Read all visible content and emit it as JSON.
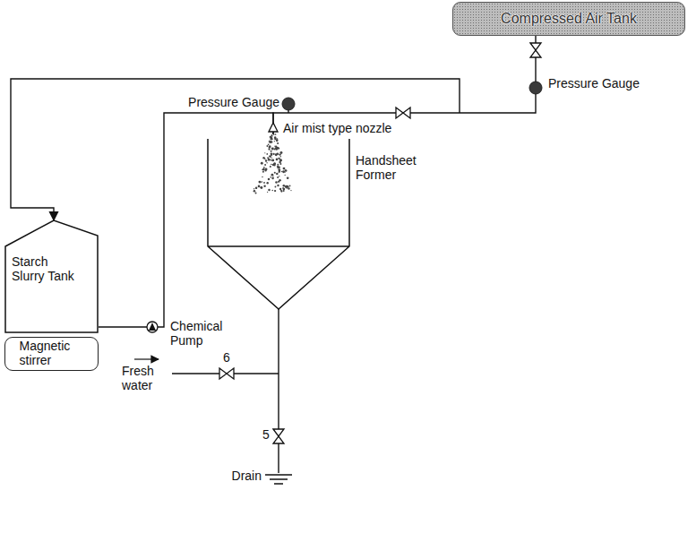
{
  "diagram": {
    "nodes": [
      {
        "text": [
          "Compressed Air Tank"
        ]
      },
      {
        "text": [
          "Handsheet Former"
        ]
      },
      {
        "text": [
          "Starch Slurry Tank"
        ]
      },
      {
        "text": [
          "Magnetic stirrer"
        ]
      }
    ],
    "edges": [
      {
        "from": 0,
        "to": 1,
        "arrow": "none"
      },
      {
        "from": 2,
        "to": 1,
        "arrow": "none"
      }
    ],
    "labels": [
      "Pressure Gauge",
      "Pressure Gauge",
      "Air mist type nozzle",
      "Chemical Pump",
      "6",
      "Fresh water",
      "5",
      "Drain"
    ]
  }
}
